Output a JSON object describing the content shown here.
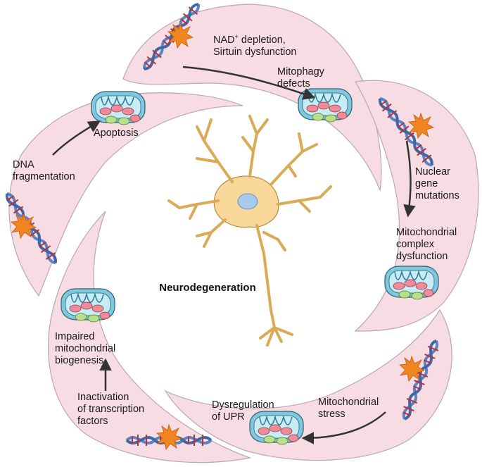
{
  "center": {
    "title": "Neurodegeneration"
  },
  "labels": {
    "nad": {
      "line1": "NAD",
      "sup": "+",
      "line1_rest": " depletion,",
      "line2": "Sirtuin dysfunction"
    },
    "mitophagy": "Mitophagy\ndefects",
    "nuclear": "Nuclear\ngene\nmutations",
    "complex": "Mitochondrial\ncomplex\ndysfunction",
    "stress": "Mitochondrial\nstress",
    "upr": "Dysregulation\nof UPR",
    "inactivation": "Inactivation\nof transcription\nfactors",
    "biogenesis": "Impaired\nmitochondrial\nbiogenesis",
    "dna_frag": "DNA\nfragmentation",
    "apoptosis": "Apoptosis"
  },
  "colors": {
    "petal_fill": "#f7dce3",
    "petal_stroke": "#bba7ad",
    "dna_blue": "#5b84c4",
    "dna_rung_red": "#b5333b",
    "burst": "#f2861e",
    "mito_outer": "#7fc9de",
    "neuron": "#f7d79a",
    "nucleus": "#a8c9ee",
    "arrow": "#333333"
  }
}
